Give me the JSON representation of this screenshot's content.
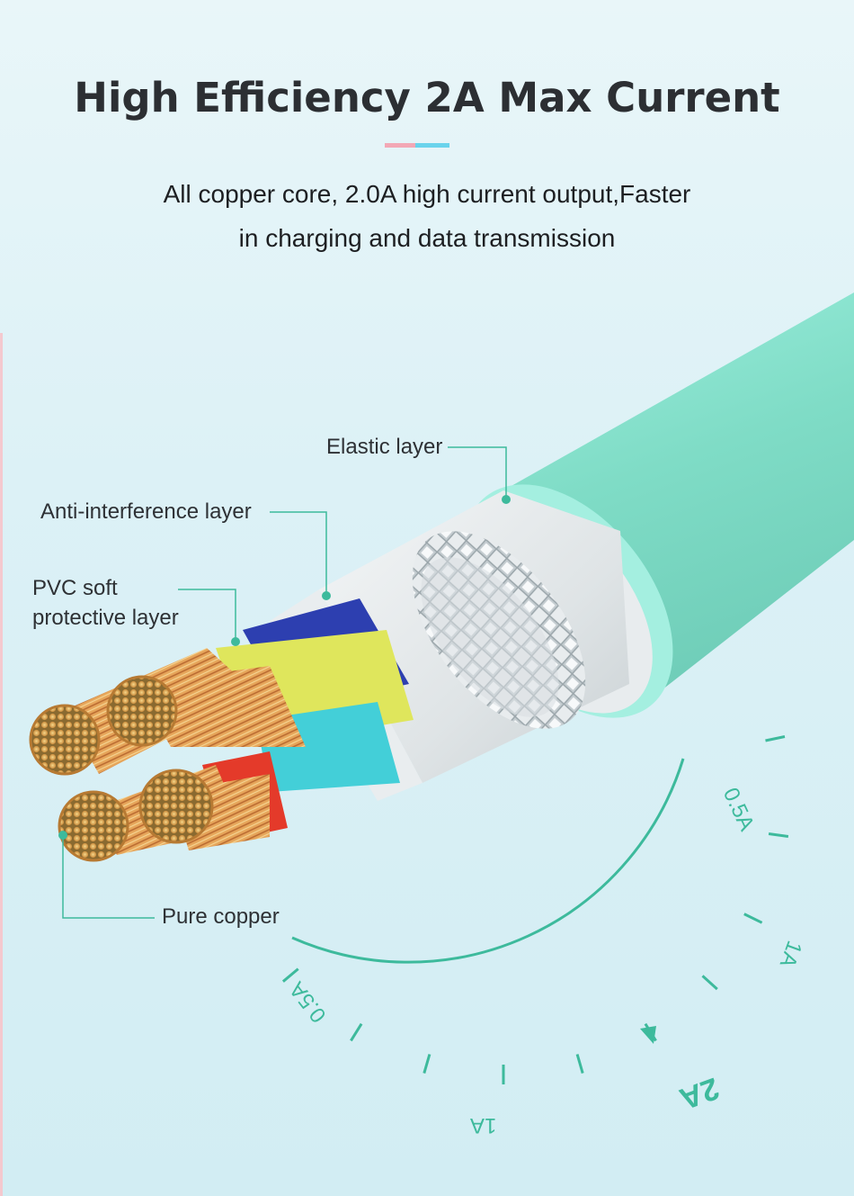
{
  "header": {
    "title": "High Efficiency 2A Max Current",
    "subtitle_line1": "All copper core, 2.0A high current output,Faster",
    "subtitle_line2": "in charging and data transmission"
  },
  "labels": {
    "elastic": "Elastic layer",
    "anti_interference": "Anti-interference layer",
    "pvc_line1": "PVC soft",
    "pvc_line2": "protective layer",
    "copper": "Pure copper"
  },
  "gauge": {
    "outer_label_05": "0.5A",
    "outer_label_1": "1A",
    "inner_label_05": "0.5A",
    "inner_label_1": "1A",
    "max_label": "2A"
  },
  "colors": {
    "accent_teal": "#3dba9c",
    "jacket": "#8fe6d3",
    "pink_accent": "#f3a8b6",
    "blue_accent": "#6ad3ec"
  }
}
